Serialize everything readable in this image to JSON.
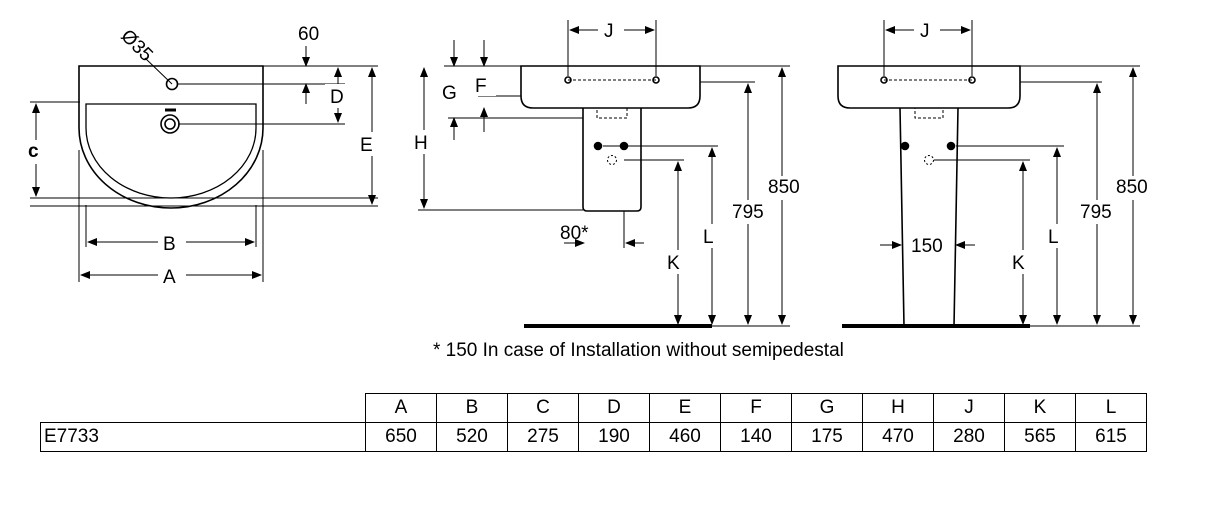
{
  "labels": {
    "dia35": "Ø35",
    "dim60": "60",
    "c": "c",
    "D": "D",
    "E": "E",
    "B": "B",
    "A": "A",
    "J": "J",
    "G": "G",
    "F": "F",
    "H": "H",
    "dim80": "80*",
    "K": "K",
    "L": "L",
    "dim795": "795",
    "dim850": "850",
    "dim150": "150"
  },
  "note": "* 150 In case of Installation without semipedestal",
  "table": {
    "columns": [
      "A",
      "B",
      "C",
      "D",
      "E",
      "F",
      "G",
      "H",
      "J",
      "K",
      "L"
    ],
    "rows": [
      {
        "model": "E7733",
        "values": [
          "650",
          "520",
          "275",
          "190",
          "460",
          "140",
          "175",
          "470",
          "280",
          "565",
          "615"
        ]
      }
    ]
  }
}
